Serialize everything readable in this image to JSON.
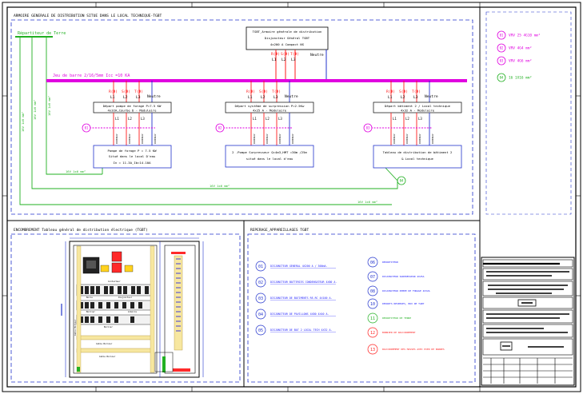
{
  "sheet": {
    "main_title": "ARMOIRE GENERALE DE DISTRIBUTION SITUE DANS LE LOCAL TECHNIQUE-TGBT",
    "earth_repartiteur": "Répartiteur de Terre",
    "jeu_de_barre": "Jeu de barre 2/16/5mm Icc =10 KA",
    "tgbt_lines": [
      "TGBT_Armoire générale de distribution",
      "Disjoncteur Général TGBT",
      "4x200 A Compact NS"
    ],
    "phases": [
      "R(Φ)",
      "S(Φ)",
      "T(Φ)"
    ],
    "phase_codes": [
      "L1",
      "L2",
      "L3"
    ],
    "neutre": "Neutre",
    "feeders": [
      {
        "depart_lines": [
          "Départ pompe de forage P=7.5 KW",
          "4x32A,Courbe D - Modulaire"
        ],
        "load_lines": [
          "Pompe de forage P = 7.5 KW",
          "Situé dans le local D'eau",
          "In = 11.3A_Ib=14.10A"
        ],
        "marker": "01",
        "earth_label": "16V 1x6 mm²"
      },
      {
        "depart_lines": [
          "Départ système de surpression P=2.5Kw",
          "4x25 A - Modulaire"
        ],
        "load_lines": [
          "2 .Pompe Surpresseur Q=4m3,HMT =30m /25m",
          "situé dans le local d'eau"
        ],
        "marker": "02",
        "earth_label": "16V 1x6 mm²"
      },
      {
        "depart_lines": [
          "Départ bâtiment 2 / Local technique",
          "4x32 A - Modulaire"
        ],
        "load_lines": [
          "Tableau de distribution de bâtiment 2",
          "& Local technique"
        ],
        "marker": "03",
        "earth_label": "16V 1x6 mm²"
      }
    ],
    "cable_codes": [
      "U1000R2V",
      "U1000R2V",
      "U1000R2V",
      "U1000R2V"
    ],
    "side_earth_labels": [
      "16V 1x6 mm²",
      "16V 1x6 mm²",
      "16V 1x6 mm²"
    ],
    "legend": [
      {
        "num": "01",
        "text": "VRV 25  4G10 mm²",
        "color": "#e000e0"
      },
      {
        "num": "02",
        "text": "VRV  4G4 mm²",
        "color": "#e000e0"
      },
      {
        "num": "03",
        "text": "VRV 4G6 mm²",
        "color": "#e000e0"
      },
      {
        "num": "04",
        "text": "16 1X16 mm²",
        "color": "#22b022"
      }
    ]
  },
  "encombrement": {
    "title": "ENCOMBREMENT Tableau général de distribution électrique (TGBT)",
    "labels": [
      "Contacteur",
      "Borne",
      "Disjoncteur",
      "Bornier",
      "Cable Bornier",
      "Armoire",
      "Bornier",
      "Cable Bornier",
      "Cable Bornier"
    ]
  },
  "repere": {
    "title": "REPERAGE_APPAREILLAGES TGBT",
    "left_items": [
      {
        "num": "01",
        "text": "DISJONCTEUR GENERAL 4X200 A / 300mA."
      },
      {
        "num": "02",
        "text": "DISJONCTEUR BATTERIES CONDENSATEUR 4X80 A."
      },
      {
        "num": "03",
        "text": "DISJONCTEUR DE BATIMENTS RE-RC 4X100 A."
      },
      {
        "num": "04",
        "text": "DISJONCTEUR DE PAVILLONS 4X80 4X40 A."
      },
      {
        "num": "05",
        "text": "DISJONCTEUR DE BAT 2 LOCAL TECH 4X32 A."
      }
    ],
    "right_items": [
      {
        "num": "06",
        "text": "REPARTITEUR",
        "color": "#1a1aff"
      },
      {
        "num": "07",
        "text": "DISJONCTEUR SURPRESSEUR 4X25A",
        "color": "#1a1aff"
      },
      {
        "num": "08",
        "text": "DISJONCTEUR POMPE DE FORAGE 4X32A",
        "color": "#1a1aff"
      },
      {
        "num": "10",
        "text": "DEPARTS RESERVES, BOX DE TGBT",
        "color": "#1a1aff"
      },
      {
        "num": "11",
        "text": "REPARTITEUR DE TERRE",
        "color": "#22b022"
      },
      {
        "num": "12",
        "text": "BORNIER DE RACCORDEMENT",
        "color": "#ff2020"
      },
      {
        "num": "13",
        "text": "RACCORDEMENT DES MASSES AVEC PIED DE BARRES",
        "color": "#ff2020"
      }
    ]
  }
}
